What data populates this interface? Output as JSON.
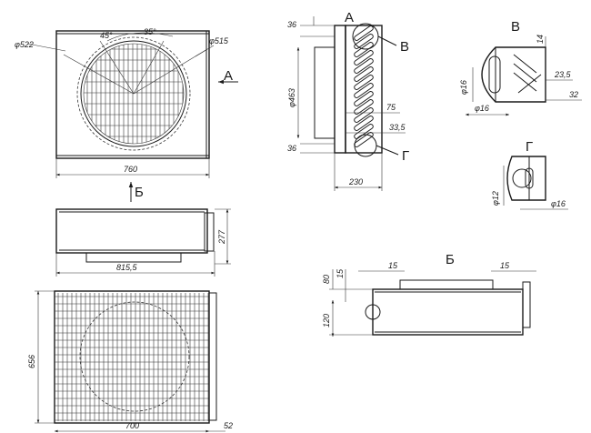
{
  "views": {
    "front": {
      "dia_outer": "φ522",
      "dia_inner": "φ515",
      "angle_left": "45°",
      "angle_right": "35°",
      "width": "760",
      "arrow_a": "A",
      "arrow_b": "Б"
    },
    "top": {
      "width": "815,5",
      "height": "277"
    },
    "plan": {
      "height": "656",
      "width": "700",
      "side": "52"
    },
    "section_a": {
      "title": "А",
      "dim_top": "36",
      "dim_bottom": "36",
      "dim_height": "φ463",
      "dim_75": "75",
      "dim_335": "33,5",
      "dim_230": "230",
      "callout_v": "В",
      "callout_g": "Г"
    },
    "detail_v": {
      "title": "В",
      "dim_14": "14",
      "dim_235": "23,5",
      "dim_32": "32",
      "dim_16a": "φ16",
      "dim_16b": "φ16"
    },
    "detail_g": {
      "title": "Г",
      "dim_12": "φ12",
      "dim_16": "φ16"
    },
    "view_b": {
      "title": "Б",
      "dim_15a": "15",
      "dim_15b": "15",
      "dim_80": "80",
      "dim_15v": "15",
      "dim_120": "120"
    }
  }
}
